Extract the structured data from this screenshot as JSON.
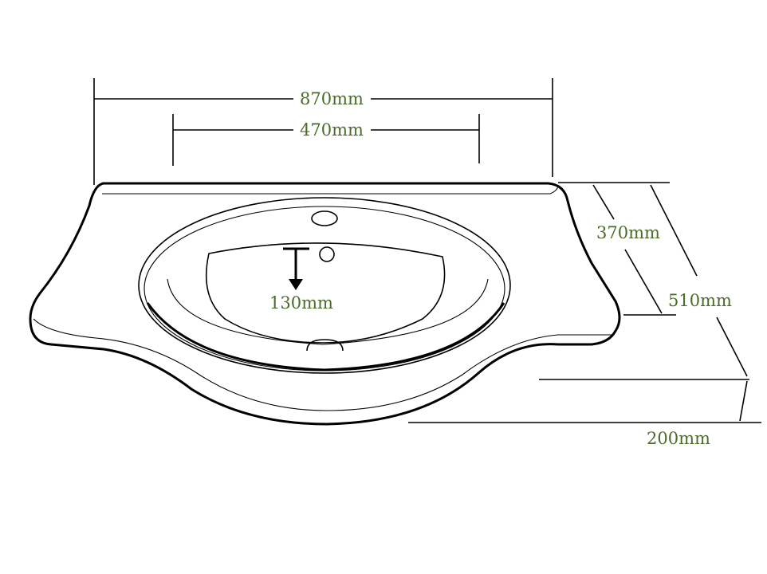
{
  "drawing": {
    "dimensions": {
      "overall_width": "870mm",
      "bowl_width": "470mm",
      "front_depth": "370mm",
      "total_depth": "510mm",
      "bowl_depth": "130mm",
      "height": "200mm"
    },
    "colors": {
      "label": "#4a6b2a",
      "line": "#000000",
      "background": "#ffffff"
    }
  }
}
